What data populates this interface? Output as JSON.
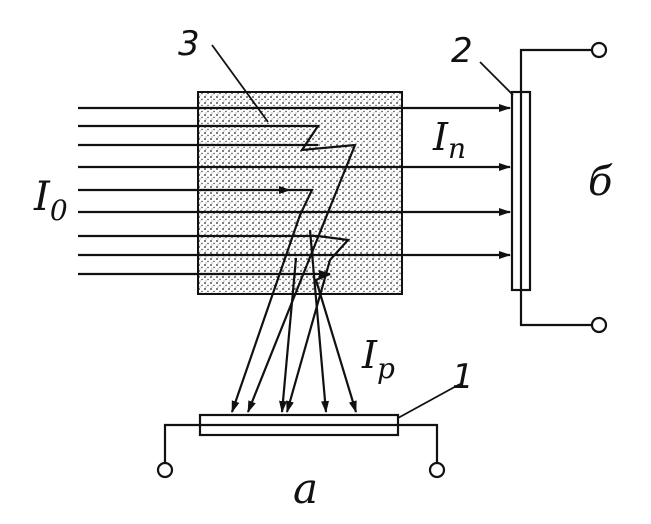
{
  "labels": {
    "incident": "I",
    "incident_sub": "0",
    "transmitted": "I",
    "transmitted_sub": "п",
    "scattered": "I",
    "scattered_sub": "p",
    "medium_num": "3",
    "detector_side_num": "2",
    "detector_bottom_num": "1",
    "caption_side": "б",
    "caption_bottom": "a"
  },
  "colors": {
    "ink": "#111111",
    "paper": "#ffffff"
  }
}
